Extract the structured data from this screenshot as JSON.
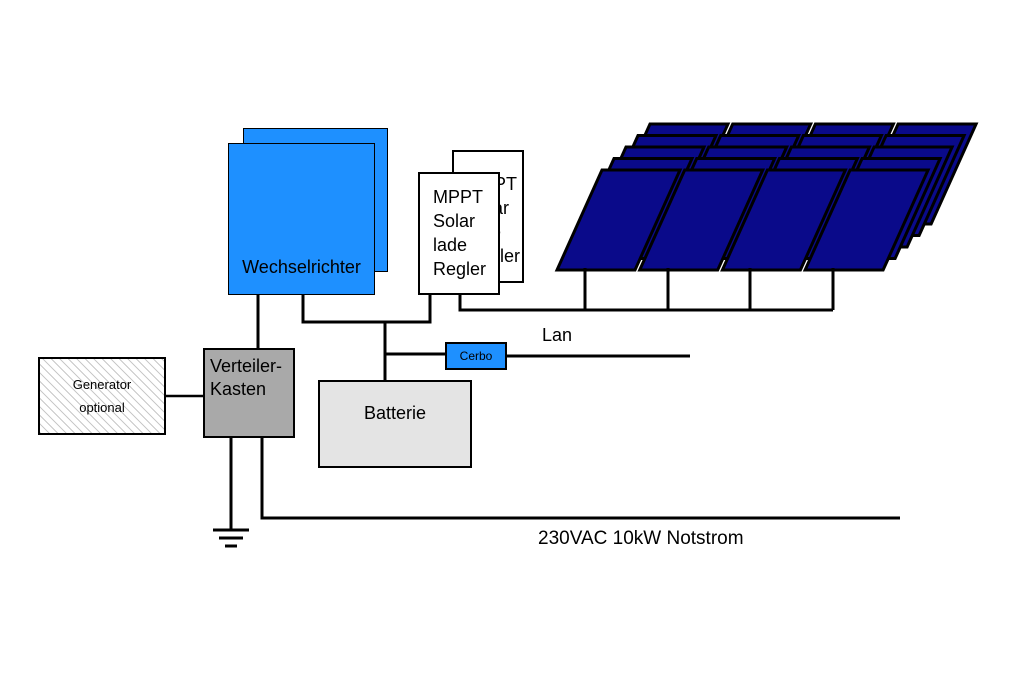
{
  "colors": {
    "accent_blue": "#1e90ff",
    "panel_navy": "#0a0a8a",
    "distribution_gray": "#a9a9a9",
    "battery_gray": "#e4e4e4",
    "line_black": "#000000"
  },
  "boxes": {
    "wechselrichter": {
      "label": "Wechselrichter"
    },
    "mppt": {
      "lines": [
        "MPPT",
        "Solar",
        "lade",
        "Regler"
      ]
    },
    "generator": {
      "lines": [
        "Generator",
        "optional"
      ]
    },
    "verteiler": {
      "lines": [
        "Verteiler-",
        "Kasten"
      ]
    },
    "batterie": {
      "label": "Batterie"
    },
    "cerbo": {
      "label": "Cerbo"
    }
  },
  "labels": {
    "lan": "Lan",
    "notstrom": "230VAC 10kW Notstrom"
  },
  "solar_array": {
    "rows": 5,
    "cols": 4,
    "fill": "#0a0a8a",
    "stroke": "#000000"
  }
}
